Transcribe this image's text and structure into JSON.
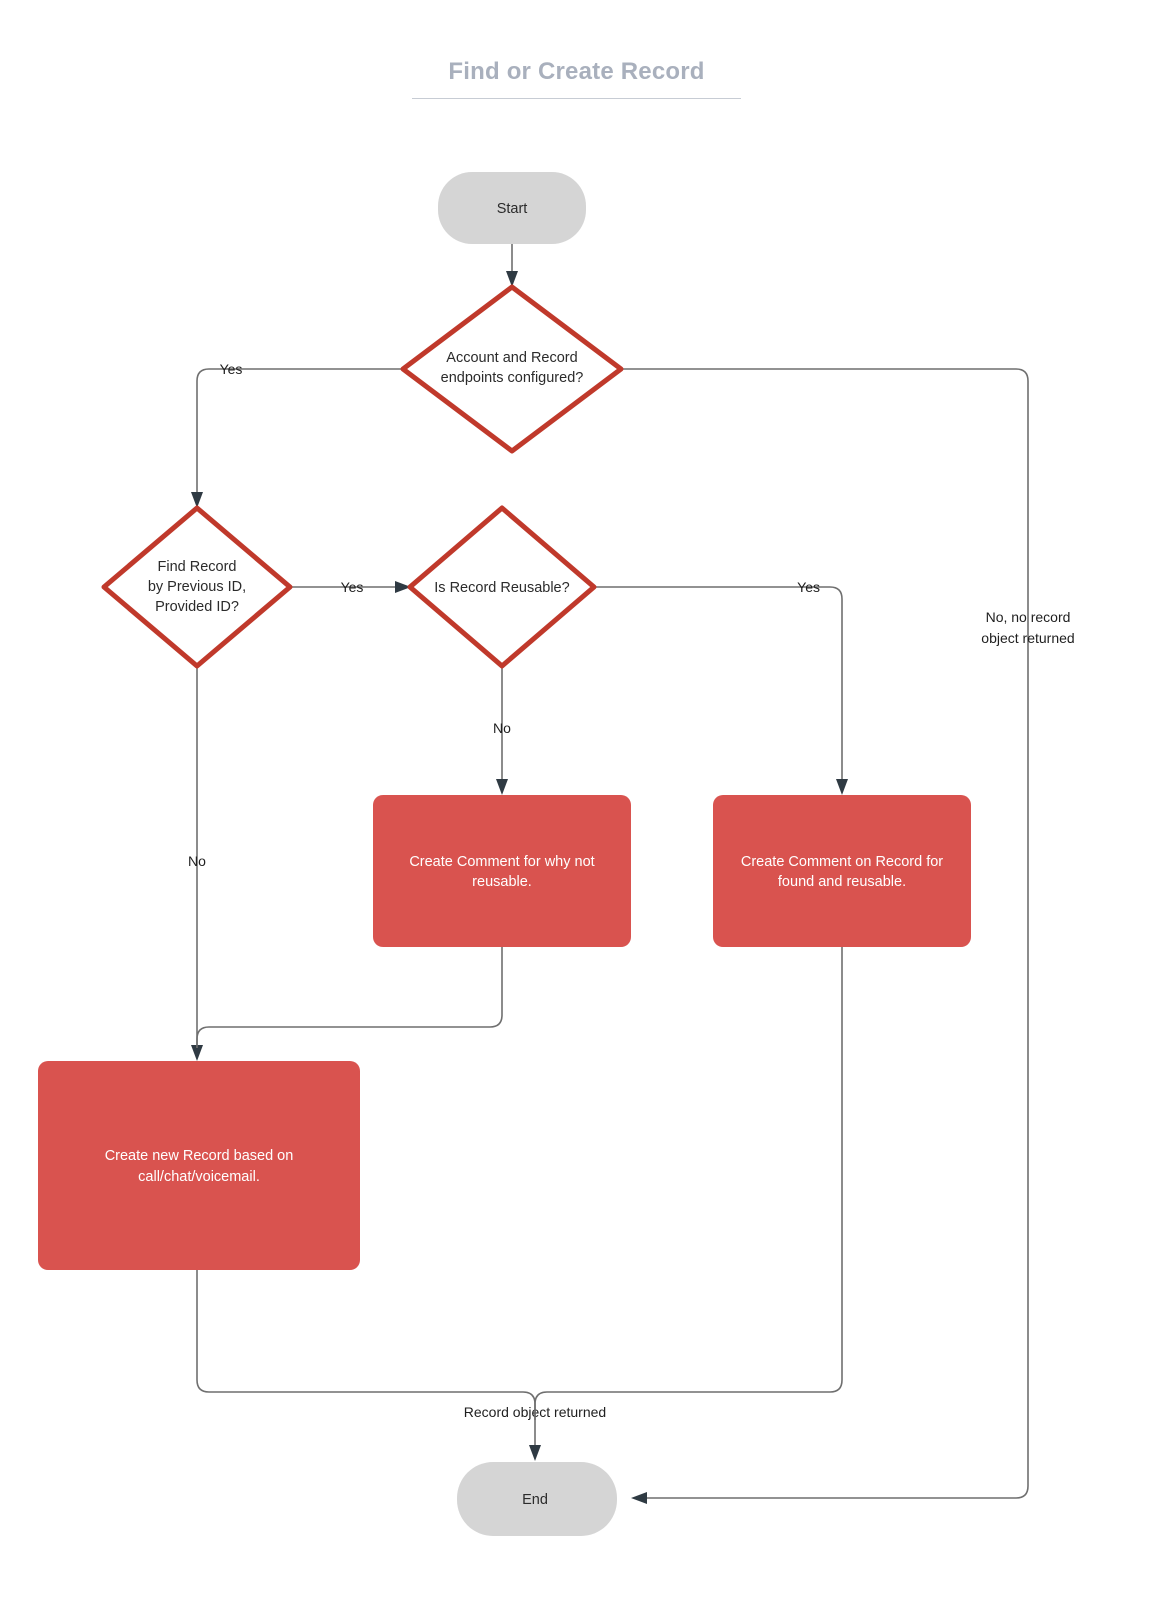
{
  "document": {
    "title": "Find or Create Record"
  },
  "diagram": {
    "type": "flowchart",
    "colors": {
      "terminator_fill": "#d5d5d5",
      "decision_stroke": "#c0392b",
      "process_fill": "#d9534f",
      "edge_stroke": "#6f6f6f",
      "title_color": "#a9b0bd",
      "node_text_dark": "#2b2b2b",
      "node_text_light": "#ffffff"
    },
    "nodes": [
      {
        "id": "start",
        "kind": "terminator",
        "lines": [
          "Start"
        ]
      },
      {
        "id": "endpoints",
        "kind": "decision",
        "lines": [
          "Account and Record",
          "endpoints configured?"
        ]
      },
      {
        "id": "find-record",
        "kind": "decision",
        "lines": [
          "Find Record",
          "by Previous ID,",
          "Provided ID?"
        ]
      },
      {
        "id": "reusable",
        "kind": "decision",
        "lines": [
          "Is Record Reusable?"
        ]
      },
      {
        "id": "comment-why-not",
        "kind": "process",
        "lines": [
          "Create Comment for why not",
          "reusable."
        ]
      },
      {
        "id": "comment-found",
        "kind": "process",
        "lines": [
          "Create Comment on Record for",
          "found and reusable."
        ]
      },
      {
        "id": "create-record",
        "kind": "process",
        "lines": [
          "Create new Record based on",
          "call/chat/voicemail."
        ]
      },
      {
        "id": "end",
        "kind": "terminator",
        "lines": [
          "End"
        ]
      }
    ],
    "edges": [
      {
        "id": "start-to-endpoints",
        "from": "start",
        "to": "endpoints",
        "label": ""
      },
      {
        "id": "endpoints-yes",
        "from": "endpoints",
        "to": "find-record",
        "label": "Yes"
      },
      {
        "id": "endpoints-no",
        "from": "endpoints",
        "to": "end",
        "label_lines": [
          "No, no record",
          "object returned"
        ]
      },
      {
        "id": "find-record-yes",
        "from": "find-record",
        "to": "reusable",
        "label": "Yes"
      },
      {
        "id": "find-record-no",
        "from": "find-record",
        "to": "create-record",
        "label": "No"
      },
      {
        "id": "reusable-no",
        "from": "reusable",
        "to": "comment-why-not",
        "label": "No"
      },
      {
        "id": "reusable-yes",
        "from": "reusable",
        "to": "comment-found",
        "label": "Yes"
      },
      {
        "id": "comment-why-not-to-create",
        "from": "comment-why-not",
        "to": "create-record",
        "label": ""
      },
      {
        "id": "merge-to-end",
        "from": "create-record",
        "to": "end",
        "label": "Record object returned"
      },
      {
        "id": "comment-found-to-end",
        "from": "comment-found",
        "to": "end",
        "label": ""
      }
    ],
    "edge_labels": {
      "endpoints_yes": "Yes",
      "endpoints_no_line1": "No, no record",
      "endpoints_no_line2": "object returned",
      "find_record_yes": "Yes",
      "find_record_no": "No",
      "reusable_no": "No",
      "reusable_yes": "Yes",
      "record_returned": "Record object returned"
    },
    "node_text": {
      "start": "Start",
      "end": "End",
      "endpoints_l1": "Account and Record",
      "endpoints_l2": "endpoints configured?",
      "find_record_l1": "Find Record",
      "find_record_l2": "by Previous ID,",
      "find_record_l3": "Provided ID?",
      "reusable_l1": "Is Record Reusable?",
      "comment_why_not_l1": "Create Comment for why not",
      "comment_why_not_l2": "reusable.",
      "comment_found_l1": "Create Comment on Record for",
      "comment_found_l2": "found and reusable.",
      "create_record_l1": "Create new Record based on",
      "create_record_l2": "call/chat/voicemail."
    }
  }
}
